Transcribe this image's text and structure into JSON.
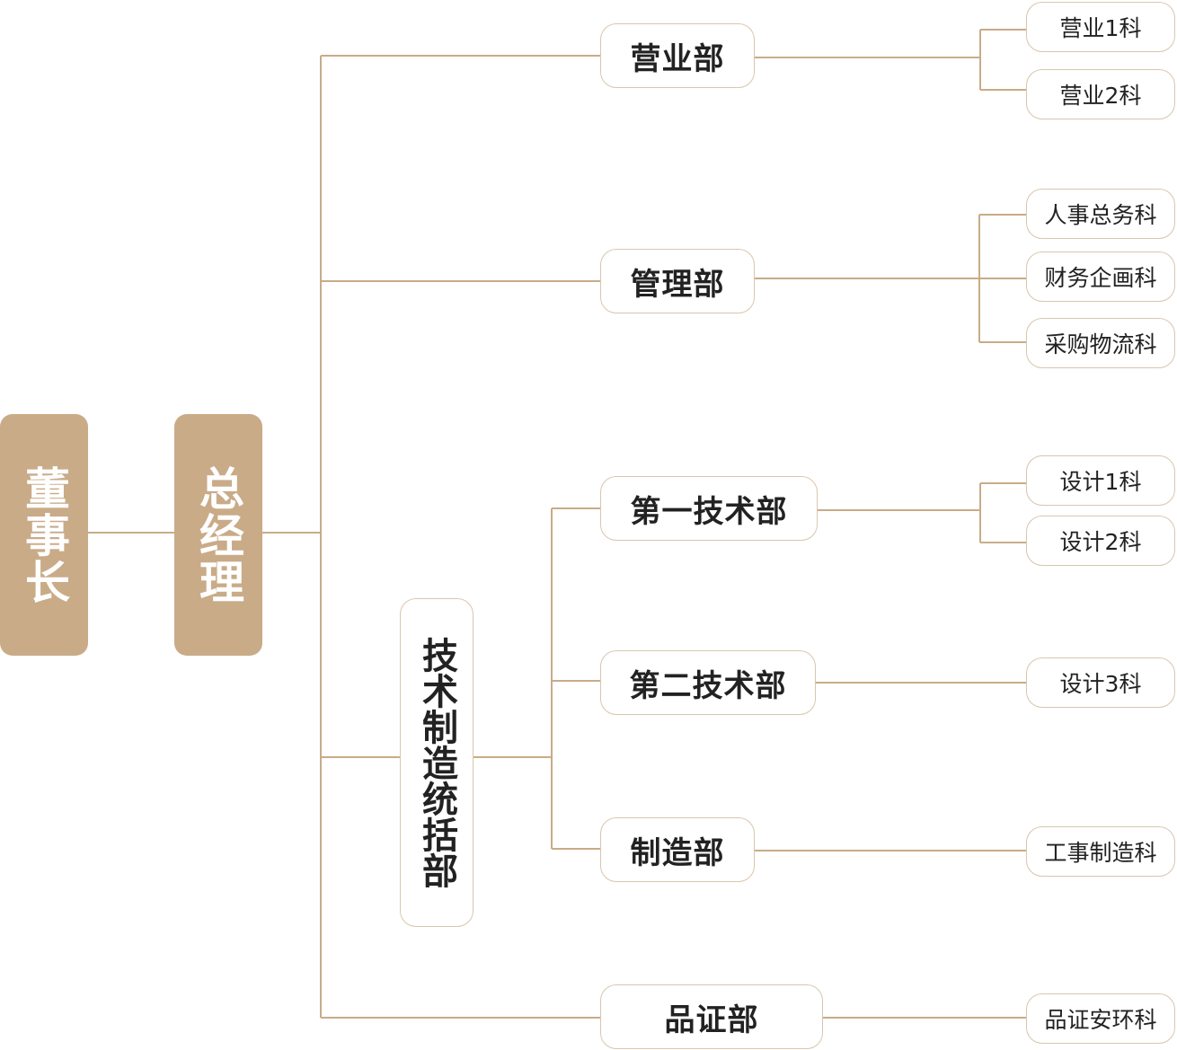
{
  "colors": {
    "accent": "#c9ab88",
    "line": "#c9ab88",
    "border": "#d9c6ad"
  },
  "chairman": "董事长",
  "president": "总经理",
  "tech_hq": "技术制造统括部",
  "departments": {
    "sales": {
      "name": "营业部",
      "sections": [
        "营业1科",
        "营业2科"
      ]
    },
    "admin": {
      "name": "管理部",
      "sections": [
        "人事总务科",
        "财务企画科",
        "采购物流科"
      ]
    },
    "tech1": {
      "name": "第一技术部",
      "sections": [
        "设计1科",
        "设计2科"
      ]
    },
    "tech2": {
      "name": "第二技术部",
      "sections": [
        "设计3科"
      ]
    },
    "mfg": {
      "name": "制造部",
      "sections": [
        "工事制造科"
      ]
    },
    "qa": {
      "name": "品证部",
      "sections": [
        "品证安环科"
      ]
    }
  }
}
